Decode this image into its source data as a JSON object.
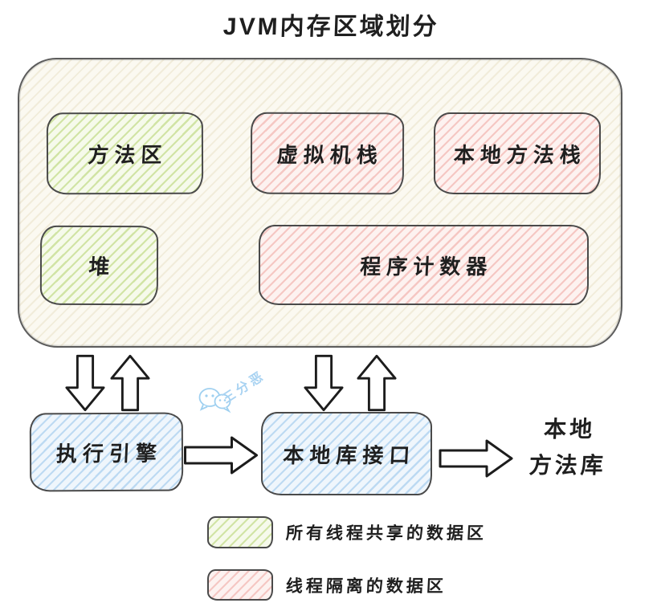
{
  "title": "JVM内存区域划分",
  "memory_region": {
    "boxes": [
      {
        "label": "方法区",
        "category": "shared"
      },
      {
        "label": "虚拟机栈",
        "category": "isolated"
      },
      {
        "label": "本地方法栈",
        "category": "isolated"
      },
      {
        "label": "堆",
        "category": "shared"
      },
      {
        "label": "程序计数器",
        "category": "isolated"
      }
    ]
  },
  "flow": {
    "execution_engine": "执行引擎",
    "native_interface": "本地库接口",
    "native_method_library": [
      "本地",
      "方法库"
    ]
  },
  "legend": {
    "items": [
      {
        "swatch": "green",
        "label": "所有线程共享的数据区"
      },
      {
        "swatch": "pink",
        "label": "线程隔离的数据区"
      }
    ]
  },
  "watermark": {
    "text": "三分恶",
    "icon": "wechat-icon"
  },
  "colors": {
    "shared_green_hatch": "#cde39b",
    "isolated_pink_hatch": "#f3bdb9",
    "engine_blue_hatch": "#bdd9f1",
    "container_cream": "#fbf9f1",
    "border_ink": "#4a4a4a",
    "watermark_blue": "#a9d3f2",
    "text_ink": "#1f1f1f"
  }
}
